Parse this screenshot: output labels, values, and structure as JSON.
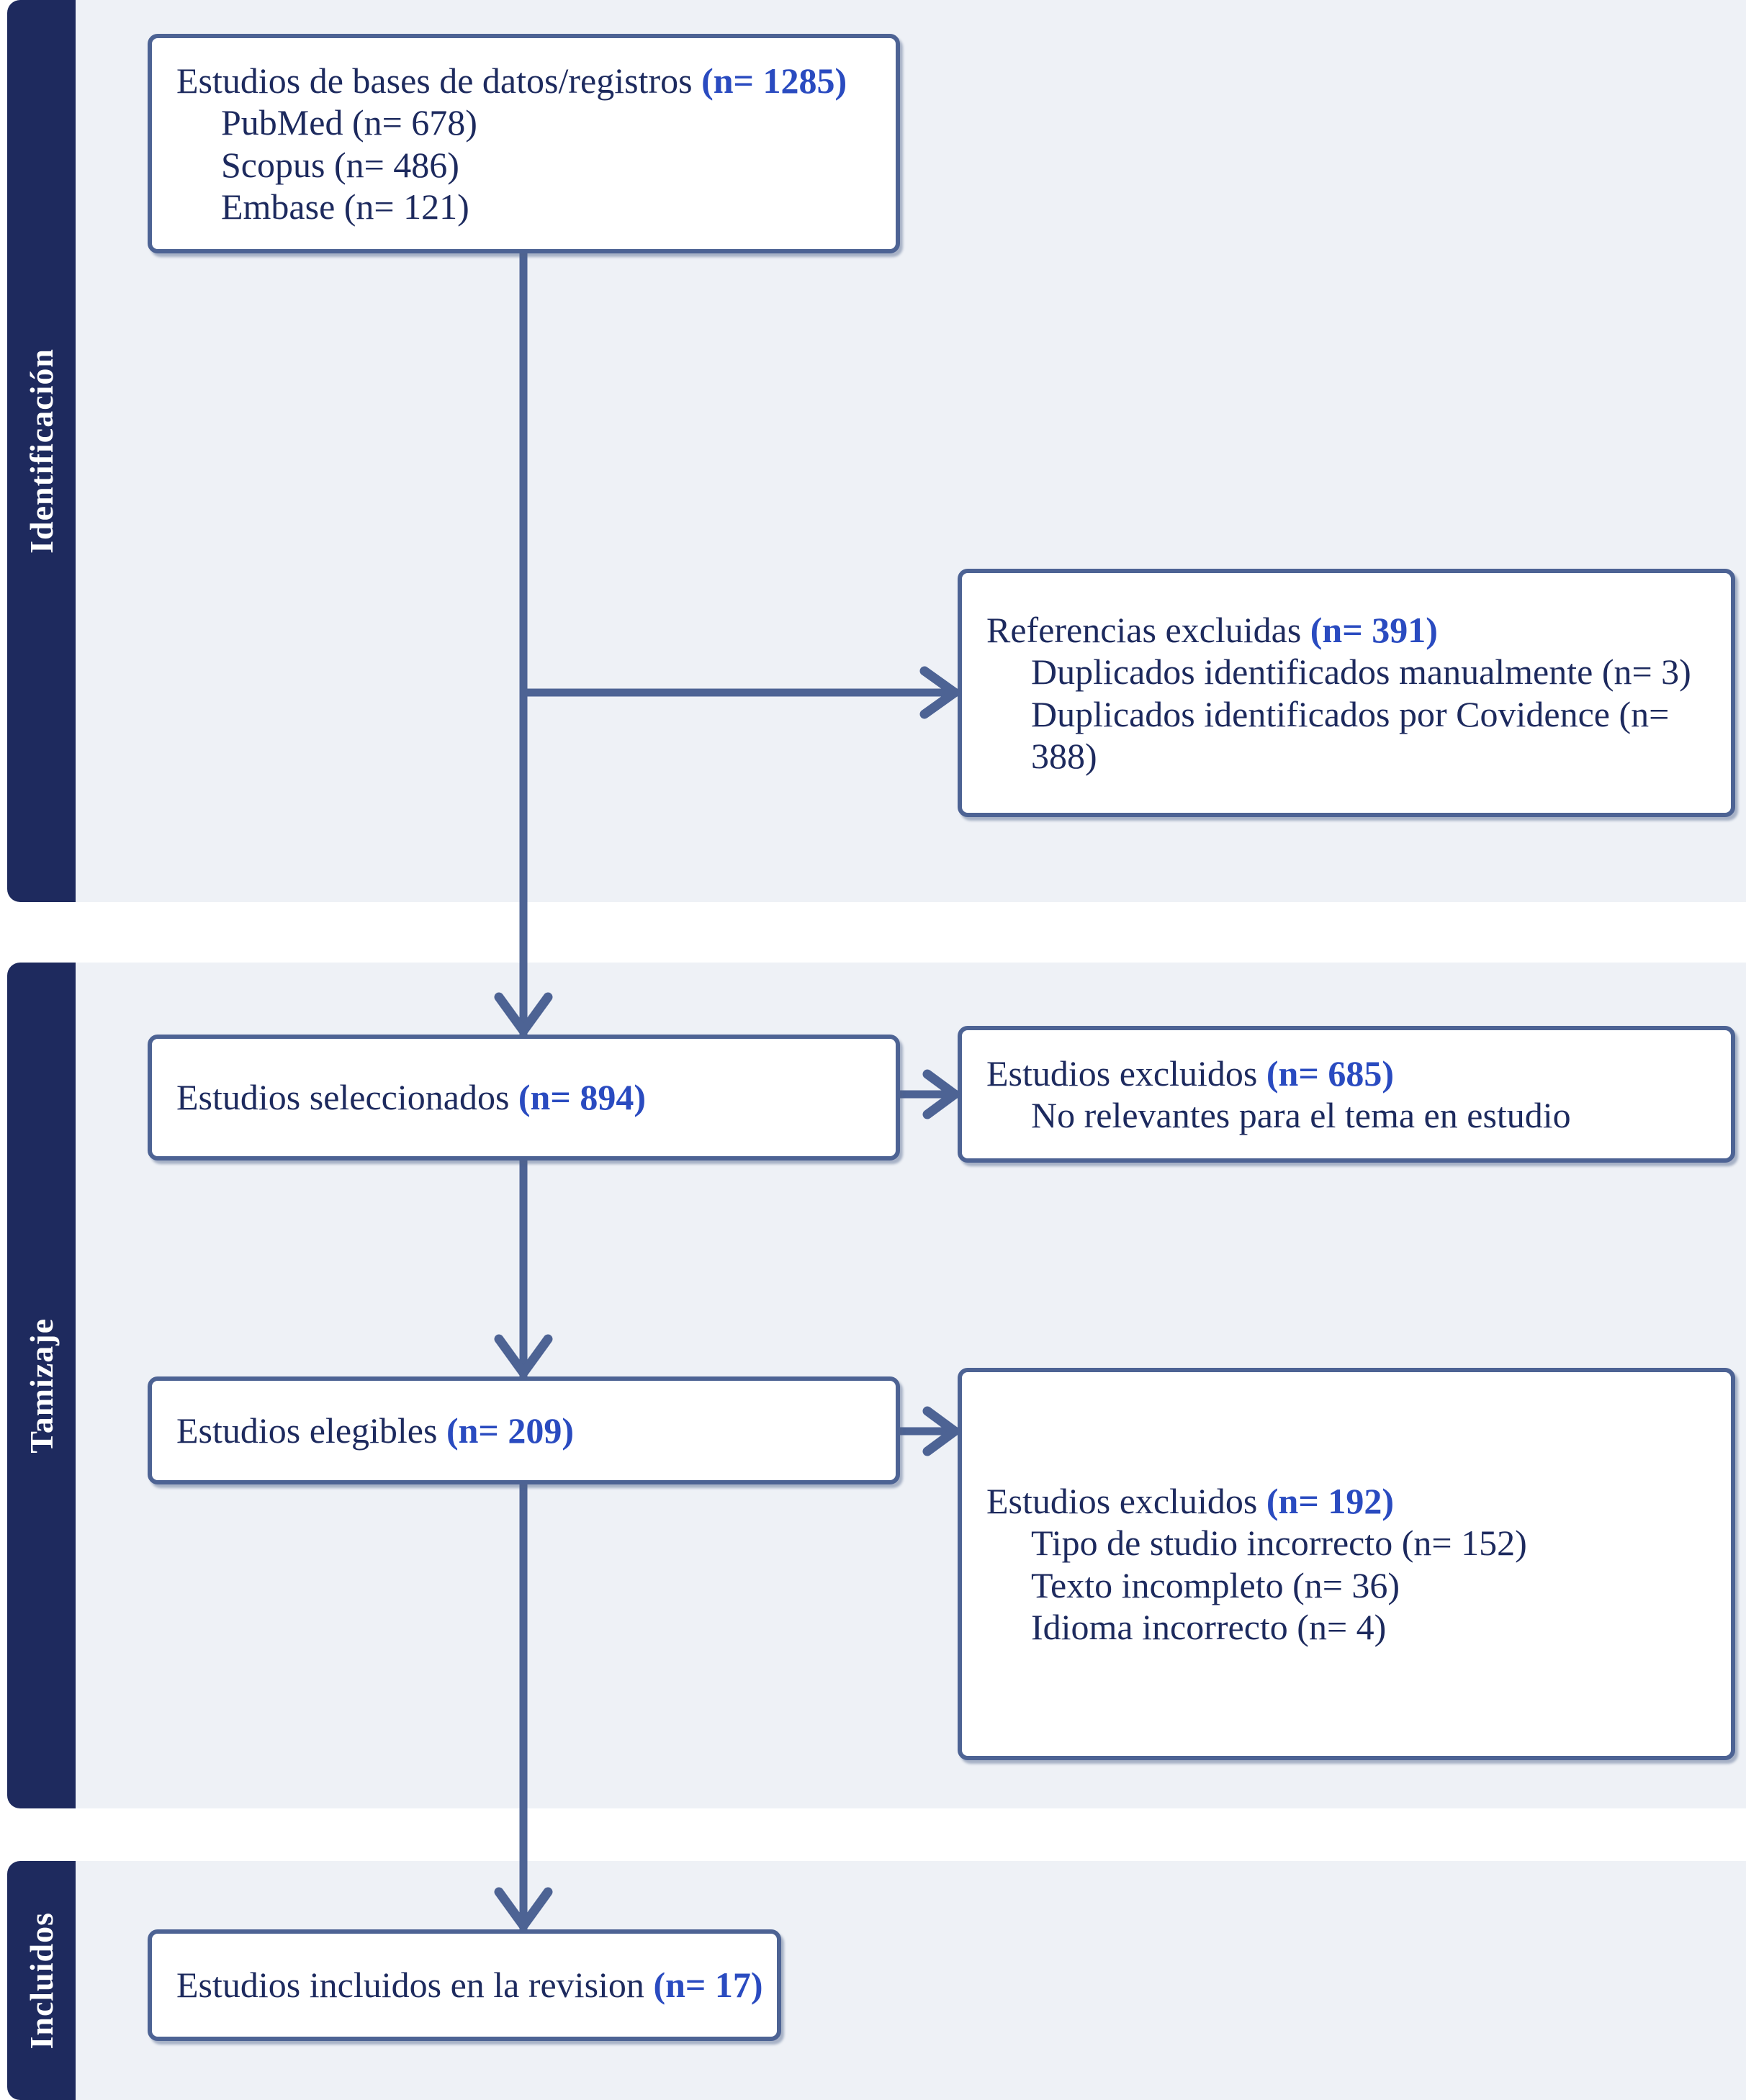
{
  "diagram": {
    "title": "PRISMA flow diagram",
    "colors": {
      "sidebar": "#1e2a5e",
      "panel": "#eef1f6",
      "box_border": "#4d6394",
      "text": "#1d2a5e",
      "count_accent": "#2a4bc0",
      "connector": "#4d6394"
    }
  },
  "stages": {
    "identification": {
      "label": "Identificación"
    },
    "screening": {
      "label": "Tamizaje"
    },
    "included": {
      "label": "Incluidos"
    }
  },
  "boxes": {
    "sources": {
      "name": "sources-box",
      "title_text": "Estudios de bases de datos/registros ",
      "title_count": "(n= 1285)",
      "items": [
        "PubMed (n= 678)",
        "Scopus (n= 486)",
        "Embase (n= 121)"
      ]
    },
    "excluded_references": {
      "name": "excluded-references-box",
      "title_text": "Referencias excluidas ",
      "title_count": "(n= 391)",
      "items": [
        "Duplicados identificados manualmente (n= 3)",
        "Duplicados identificados por Covidence (n= 388)"
      ]
    },
    "screened": {
      "name": "screened-box",
      "title_text": "Estudios seleccionados ",
      "title_count": "(n= 894)",
      "items": []
    },
    "excluded_screened": {
      "name": "excluded-screened-box",
      "title_text": "Estudios excluidos ",
      "title_count": "(n= 685)",
      "items": [
        "No relevantes para el tema en estudio"
      ]
    },
    "eligible": {
      "name": "eligible-box",
      "title_text": "Estudios elegibles ",
      "title_count": "(n= 209)",
      "items": []
    },
    "excluded_eligible": {
      "name": "excluded-eligible-box",
      "title_text": "Estudios excluidos ",
      "title_count": "(n= 192)",
      "items": [
        "Tipo de studio incorrecto (n= 152)",
        "Texto incompleto (n= 36)",
        "Idioma incorrecto (n= 4)"
      ]
    },
    "included": {
      "name": "included-box",
      "title_text": "Estudios incluidos en la revision ",
      "title_count": "(n= 17)",
      "items": []
    }
  },
  "chart_data": {
    "type": "diagram",
    "title": "PRISMA flow diagram",
    "stages": [
      {
        "stage": "Identificación",
        "nodes": [
          {
            "label": "Estudios de bases de datos/registros",
            "n": 1285,
            "breakdown": [
              {
                "label": "PubMed",
                "n": 678
              },
              {
                "label": "Scopus",
                "n": 486
              },
              {
                "label": "Embase",
                "n": 121
              }
            ]
          },
          {
            "label": "Referencias excluidas",
            "n": 391,
            "breakdown": [
              {
                "label": "Duplicados identificados manualmente",
                "n": 3
              },
              {
                "label": "Duplicados identificados por Covidence",
                "n": 388
              }
            ]
          }
        ]
      },
      {
        "stage": "Tamizaje",
        "nodes": [
          {
            "label": "Estudios seleccionados",
            "n": 894,
            "breakdown": []
          },
          {
            "label": "Estudios excluidos",
            "n": 685,
            "breakdown": [
              {
                "label": "No relevantes para el tema en estudio",
                "n": null
              }
            ]
          },
          {
            "label": "Estudios elegibles",
            "n": 209,
            "breakdown": []
          },
          {
            "label": "Estudios excluidos",
            "n": 192,
            "breakdown": [
              {
                "label": "Tipo de studio incorrecto",
                "n": 152
              },
              {
                "label": "Texto incompleto",
                "n": 36
              },
              {
                "label": "Idioma incorrecto",
                "n": 4
              }
            ]
          }
        ]
      },
      {
        "stage": "Incluidos",
        "nodes": [
          {
            "label": "Estudios incluidos en la revision",
            "n": 17,
            "breakdown": []
          }
        ]
      }
    ],
    "flows": [
      {
        "from": "Estudios de bases de datos/registros",
        "to": "Referencias excluidas",
        "n": 391
      },
      {
        "from": "Estudios de bases de datos/registros",
        "to": "Estudios seleccionados",
        "n": 894
      },
      {
        "from": "Estudios seleccionados",
        "to": "Estudios excluidos",
        "n": 685
      },
      {
        "from": "Estudios seleccionados",
        "to": "Estudios elegibles",
        "n": 209
      },
      {
        "from": "Estudios elegibles",
        "to": "Estudios excluidos",
        "n": 192
      },
      {
        "from": "Estudios elegibles",
        "to": "Estudios incluidos en la revision",
        "n": 17
      }
    ]
  }
}
